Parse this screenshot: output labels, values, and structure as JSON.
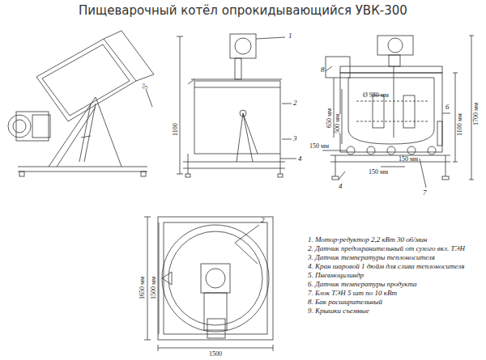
{
  "diagram": {
    "title": "Пищеварочный котёл опрокидывающийся УВК-300",
    "labels": [
      "5°",
      "1",
      "2",
      "3",
      "4",
      "1100",
      "8",
      "Ø 980 мм",
      "650 мм",
      "500 мм",
      "150 мм",
      "150 мм",
      "150 мм",
      "1100 мм",
      "1700 мм",
      "6",
      "4",
      "7",
      "2",
      "1650 мм",
      "1500 мм",
      "1500",
      "1. Мотор-редуктор 2,2 кВт 30 об/мин",
      "2. Датчик предохранительный от сухого вкл. ТЭН",
      "3. Датчик температуры теплоносителя",
      "4. Кран шаровой 1 дюйм для слива теплоносителя",
      "5. Пневмоцилиндр",
      "6. Датчик температуры продукта",
      "7. Блок ТЭН 5 шт по 10 кВт",
      "8. Бак расширительный",
      "9. Крышки съемные"
    ]
  }
}
